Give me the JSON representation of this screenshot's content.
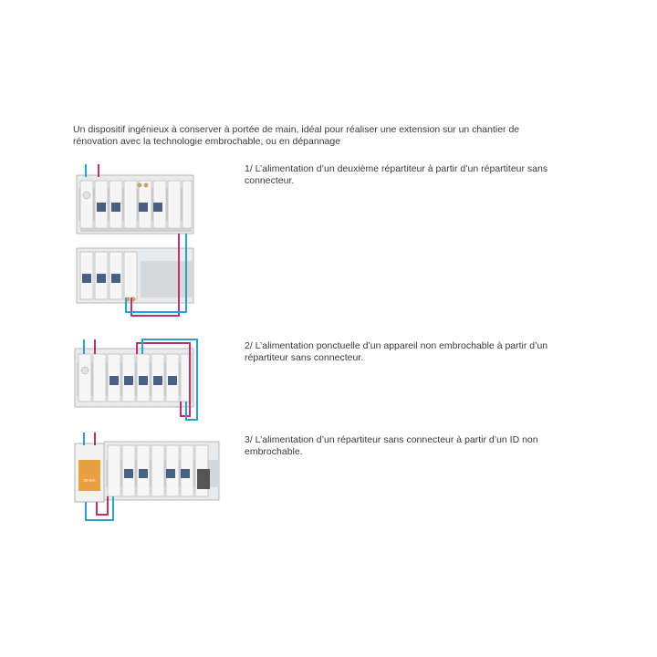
{
  "intro": "Un dispositif ingénieux à conserver à portée de main, idéal pour réaliser une extension sur un chantier de rénovation avec la technologie embrochable, ou en dépannage",
  "captions": [
    "1/ L’alimentation d’un deuxième répartiteur à partir d’un répartiteur sans connecteur.",
    "2/ L’alimentation ponctuelle d’un appareil non embrochable à partir d’un répartiteur sans connecteur.",
    "3/ L’alimentation d’un répartiteur sans connecteur à partir d’un ID non embrochable."
  ],
  "labels": {
    "id_rating": "30 mA"
  },
  "colors": {
    "wire_blue": "#2a9fd0",
    "wire_red": "#c0306a",
    "id_orange": "#e8a040",
    "rail": "#d8dadb",
    "module": "#f4f4f4"
  }
}
